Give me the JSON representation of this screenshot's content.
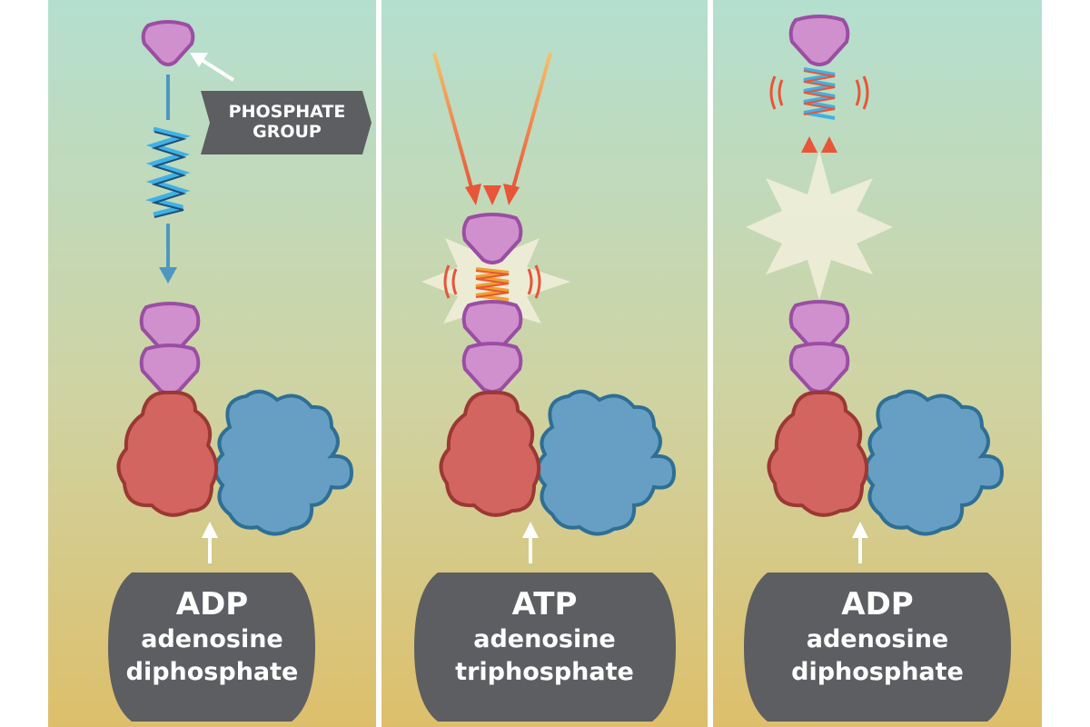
{
  "callout": {
    "line1": "PHOSPHATE",
    "line2": "GROUP"
  },
  "panels": [
    {
      "abbr": "ADP",
      "line1": "adenosine",
      "line2": "diphosphate"
    },
    {
      "abbr": "ATP",
      "line1": "adenosine",
      "line2": "triphosphate"
    },
    {
      "abbr": "ADP",
      "line1": "adenosine",
      "line2": "diphosphate"
    }
  ],
  "colors": {
    "background_top": "#b4dfcf",
    "background_bottom": "#ddbf6b",
    "phosphate": "#d08fcd",
    "phosphate_outline": "#9a4ea3",
    "adenine": "#d26560",
    "adenine_outline": "#9b3834",
    "ribose": "#669fc3",
    "ribose_outline": "#2f6f95",
    "label_box": "#5d5e61",
    "energy_arrow": "#e85538",
    "burst": "#f2f0dc"
  }
}
